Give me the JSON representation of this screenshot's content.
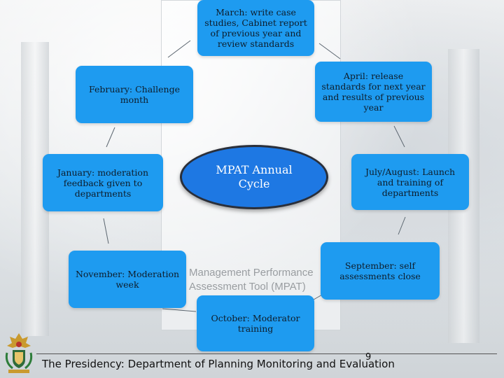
{
  "center": {
    "label": "MPAT Annual Cycle"
  },
  "nodes": {
    "march": "March: write case studies, Cabinet report of previous year and review standards",
    "april": "April: release standards for next year and results of previous year",
    "july_august": "July/August: Launch and training of departments",
    "september": "September: self assessments close",
    "october": "October: Moderator training",
    "november": "November: Moderation week",
    "january": "January: moderation feedback given to departments",
    "february": "February: Challenge month"
  },
  "watermark": {
    "line1": "Management Performance",
    "line2": "Assessment Tool (MPAT)"
  },
  "footer": {
    "text": "The Presidency: Department of Planning Monitoring and Evaluation",
    "page_number": "9"
  },
  "colors": {
    "node": "#1e9bf0",
    "center": "#1e78e3",
    "center_border": "#2a2f3a"
  }
}
